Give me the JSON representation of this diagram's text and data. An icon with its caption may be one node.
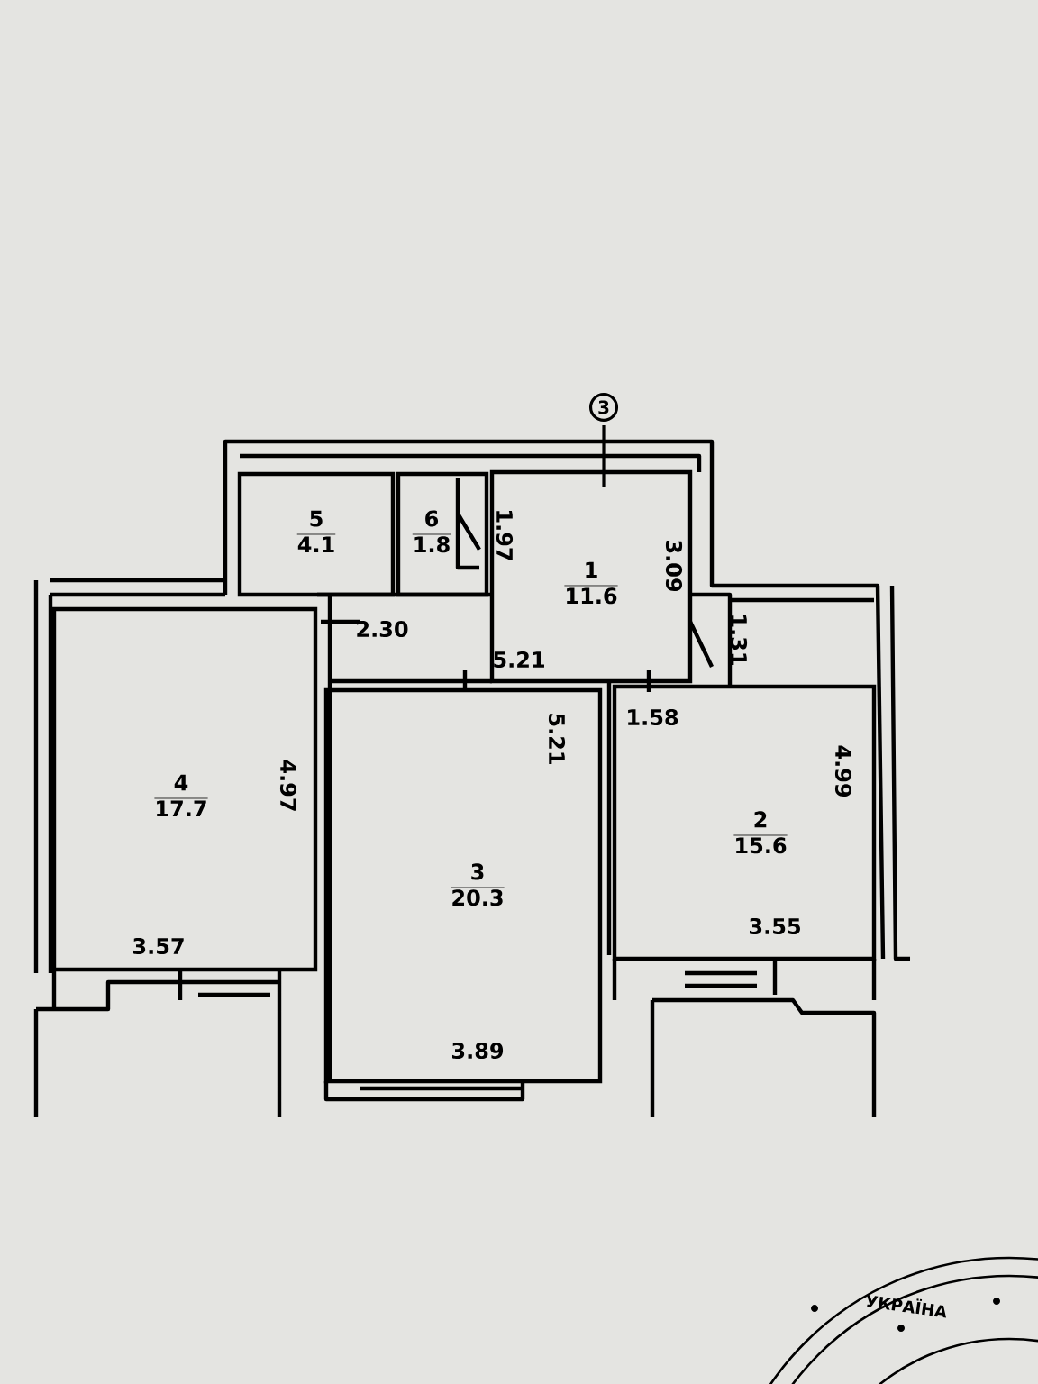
{
  "diagram": {
    "nodes": [
      {
        "text": [
          "5",
          "4.1"
        ]
      },
      {
        "text": [
          "6",
          "1.8"
        ]
      },
      {
        "text": [
          "1",
          "11.6"
        ]
      },
      {
        "text": [
          "4",
          "17.7"
        ]
      },
      {
        "text": [
          "3",
          "20.3"
        ]
      },
      {
        "text": [
          "2",
          "15.6"
        ]
      }
    ],
    "edges": [],
    "labels": [
      "3",
      "1.97",
      "3.09",
      "2.30",
      "1.31",
      "5.21",
      "1.58",
      "5.21",
      "4.99",
      "4.97",
      "3.55",
      "3.57",
      "3.89",
      "УКРАЇНА"
    ]
  }
}
